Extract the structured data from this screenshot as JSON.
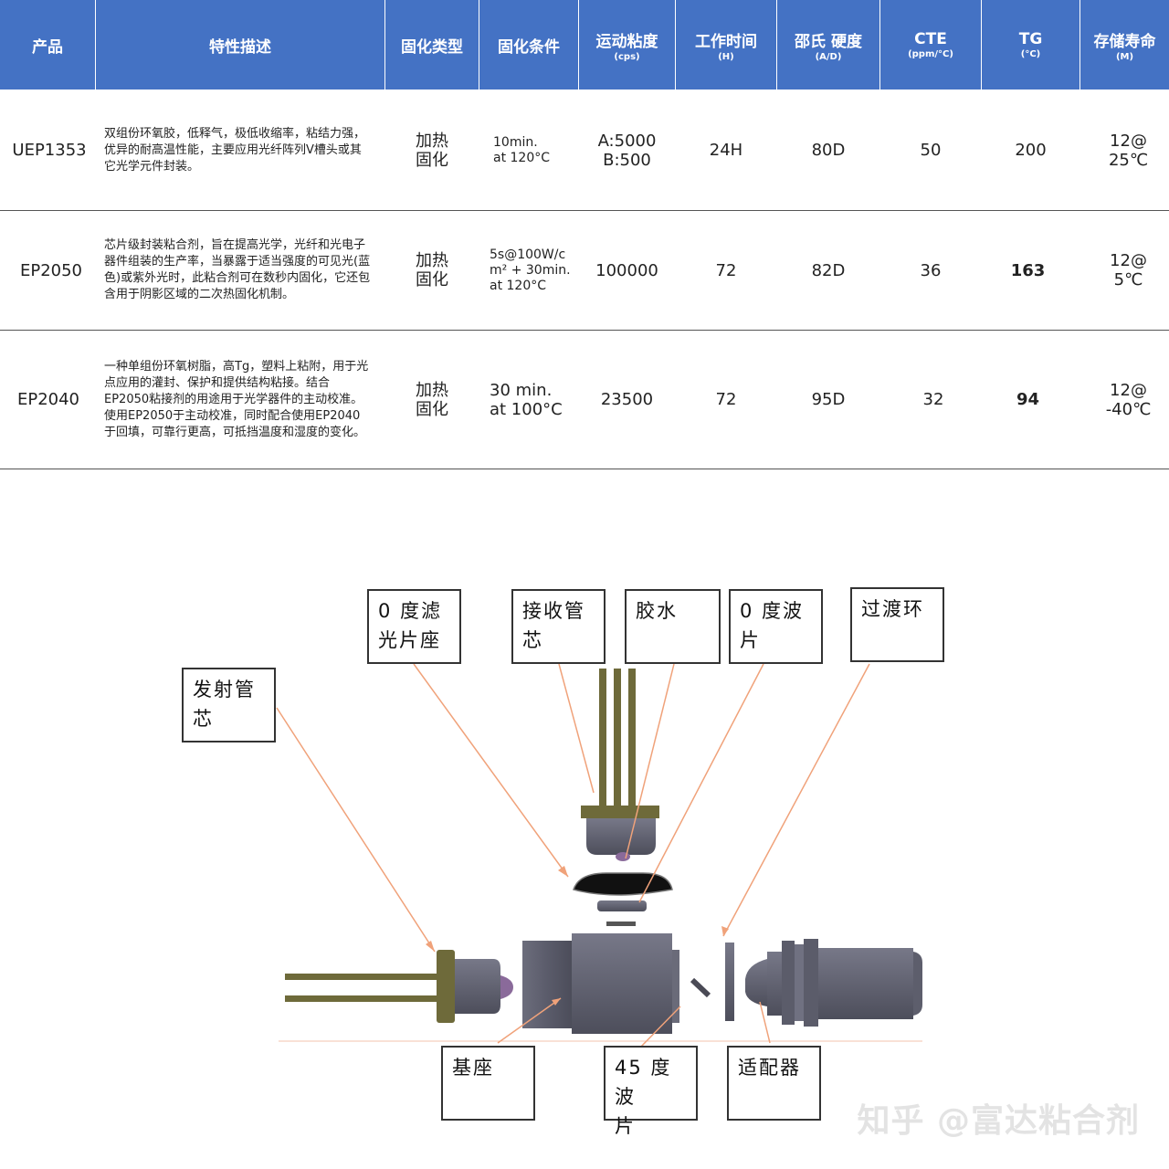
{
  "table": {
    "headers": [
      {
        "title": "产品",
        "unit": ""
      },
      {
        "title": "特性描述",
        "unit": ""
      },
      {
        "title": "固化类型",
        "unit": ""
      },
      {
        "title": "固化条件",
        "unit": ""
      },
      {
        "title": "运动粘度",
        "unit": "(cps)"
      },
      {
        "title": "工作时间",
        "unit": "(H)"
      },
      {
        "title": "邵氏 硬度",
        "unit": "(A/D)"
      },
      {
        "title": "CTE",
        "unit": "(ppm/°C)"
      },
      {
        "title": "TG",
        "unit": "(°C)"
      },
      {
        "title": "存储寿命",
        "unit": "(M)"
      }
    ],
    "rows": [
      {
        "product": "UEP1353",
        "description": "双组份环氧胶，低释气，极低收缩率，粘结力强，优异的耐高温性能，主要应用光纤阵列V槽头或其它光学元件封装。",
        "cure_type": "加热\n固化",
        "cure_condition": "10min.\nat 120°C",
        "viscosity": "A:5000\nB:500",
        "work_time": "24H",
        "hardness": "80D",
        "cte": "50",
        "tg": "200",
        "shelf_life": "12@\n25℃"
      },
      {
        "product": "EP2050",
        "description": "芯片级封装粘合剂，旨在提高光学，光纤和光电子器件组装的生产率，当暴露于适当强度的可见光(蓝色)或紫外光时，此粘合剂可在数秒内固化，它还包含用于阴影区域的二次热固化机制。",
        "cure_type": "加热\n固化",
        "cure_condition": "5s@100W/c\nm² + 30min.\nat 120°C",
        "viscosity": "100000",
        "work_time": "72",
        "hardness": "82D",
        "cte": "36",
        "tg": "163",
        "shelf_life": "12@\n5℃"
      },
      {
        "product": "EP2040",
        "description": "一种单组份环氧树脂，高Tg，塑料上粘附，用于光点应用的灌封、保护和提供结构粘接。结合EP2050粘接剂的用途用于光学器件的主动校准。使用EP2050于主动校准，同时配合使用EP2040于回填，可靠行更高，可抵挡温度和湿度的变化。",
        "cure_type": "加热\n固化",
        "cure_condition": "30 min.\nat 100°C",
        "viscosity": "23500",
        "work_time": "72",
        "hardness": "95D",
        "cte": "32",
        "tg": "94",
        "shelf_life": "12@\n-40℃"
      }
    ]
  },
  "diagram": {
    "labels": {
      "filter_seat": "0 度滤\n光片座",
      "receiver": "接收管\n芯",
      "glue": "胶水",
      "wave_plate_0": "0 度波\n片",
      "transition_ring": "过渡环",
      "emitter": "发射管\n芯",
      "base": "基座",
      "wave_plate_45": "45 度波\n片",
      "adapter": "适配器"
    }
  },
  "watermark": "知乎 @富达粘合剂",
  "colors": {
    "header_bg": "#4472c4",
    "leader_line": "#f0a27a",
    "part_gray": "#5f6070",
    "pin_olive": "#6e6a3a"
  }
}
